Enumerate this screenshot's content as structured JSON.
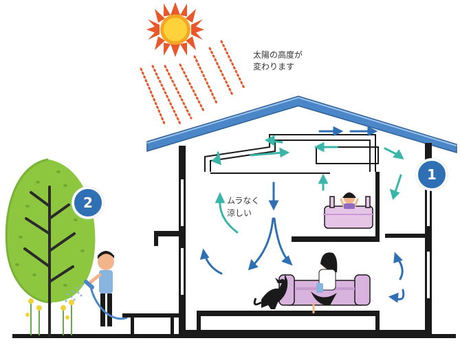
{
  "sun_label": {
    "line1": "太陽の高度が",
    "line2": "変わります"
  },
  "airflow_label": {
    "line1": "ムラなく",
    "line2": "涼しい"
  },
  "badges": {
    "one": "1",
    "two": "2"
  },
  "colors": {
    "roof": "#4a86c8",
    "wall": "#1a1a1a",
    "airflow_teal": "#3ab6a8",
    "airflow_blue": "#2f6fb3",
    "sun": "#f6a623",
    "sun_rays": "#e8582a",
    "tree": "#8dc63f",
    "sofa": "#d8b3de",
    "bed": "#e6c4e6"
  }
}
